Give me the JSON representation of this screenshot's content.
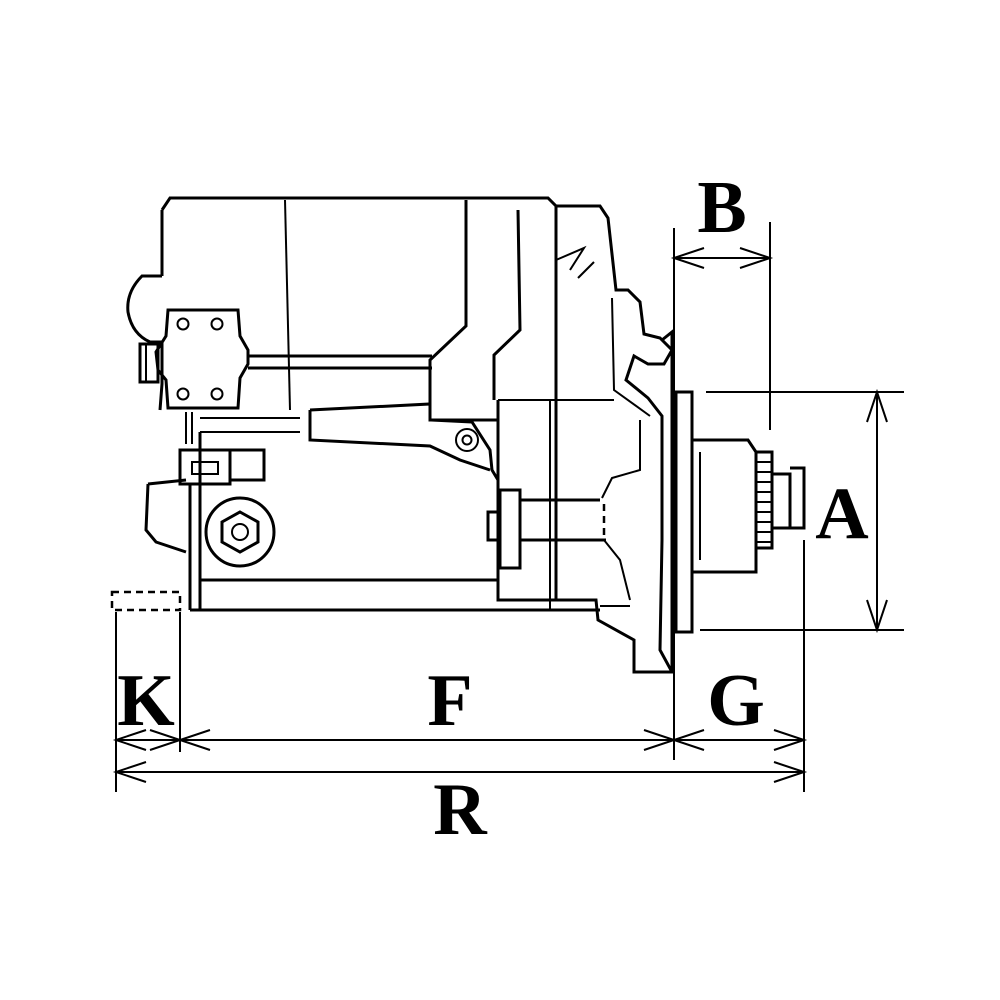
{
  "diagram": {
    "dimension_labels": {
      "a": "A",
      "b": "B",
      "f": "F",
      "g": "G",
      "k": "K",
      "r": "R"
    }
  }
}
